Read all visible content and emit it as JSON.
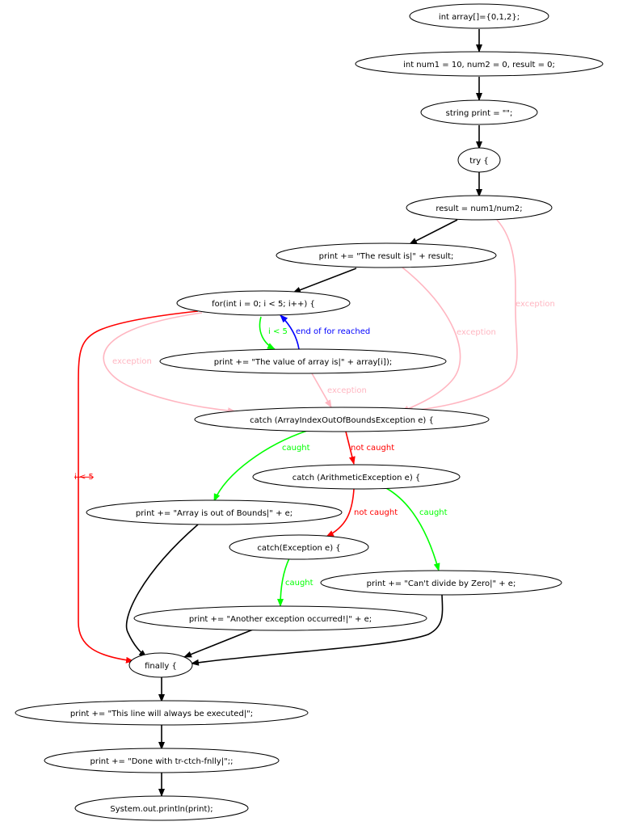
{
  "colors": {
    "default": "#000000",
    "caught": "#00ff00",
    "not_caught": "#ff0000",
    "exception": "#ffb6c1",
    "loop_end": "#0000ff",
    "loop_body": "#00ff00"
  },
  "nodes": {
    "int_array": "int array[]={0,1,2};",
    "num_decl": "int num1 = 10, num2 = 0, result = 0;",
    "string_print": "string print = \"\";",
    "try": "try {",
    "result_div": "result = num1/num2;",
    "print_result": "print += \"The result is|\" + result;",
    "for_loop": "for(int i = 0; i < 5; i++) {",
    "print_value": "print += \"The value of array is|\" + array[i]);",
    "catch_array": "catch (ArrayIndexOutOfBoundsException e) {",
    "catch_arith": "catch (ArithmeticException e) {",
    "print_bounds": "print += \"Array is out of Bounds|\" + e;",
    "catch_exception": "catch(Exception e) {",
    "print_divide": "print += \"Can't divide by Zero|\" + e;",
    "print_another": "print += \"Another exception occurred!|\" + e;",
    "finally": "finally {",
    "print_always": "print += \"This line will always be executed|\";",
    "print_done": "print += \"Done with tr-ctch-fnlly|\";;",
    "println": "System.out.println(print);"
  },
  "edge_labels": {
    "i_lt_5": "i < 5",
    "end_of_for": "end of for reached",
    "exception": "exception",
    "caught": "caught",
    "not_caught": "not caught",
    "not_i_lt_5": "i < 5"
  }
}
